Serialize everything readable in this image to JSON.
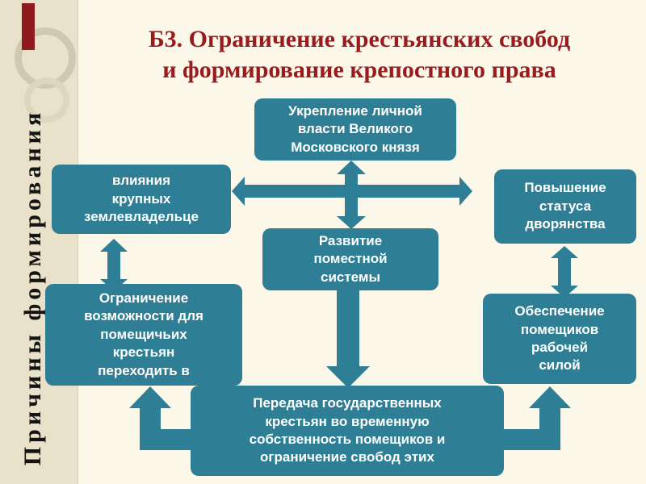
{
  "slide": {
    "title": {
      "line1": "Б3. Ограничение крестьянских свобод",
      "line2": "и формирование крепостного права"
    },
    "side_label": "Причины формирования"
  },
  "boxes": {
    "top": {
      "lines": [
        "Укрепление личной",
        "власти Великого",
        "Московского князя"
      ]
    },
    "left_top": {
      "lines": [
        "влияния",
        "крупных",
        "землевладельце"
      ]
    },
    "right_top": {
      "lines": [
        "Повышение",
        "статуса",
        "дворянства"
      ]
    },
    "center": {
      "lines": [
        "Развитие",
        "поместной",
        "системы"
      ]
    },
    "left_bottom": {
      "lines": [
        "Ограничение",
        "возможности для",
        "помещичьих",
        "крестьян",
        "переходить в"
      ]
    },
    "right_bottom": {
      "lines": [
        "Обеспечение",
        "помещиков",
        "рабочей",
        "силой"
      ]
    },
    "bottom": {
      "lines": [
        "Передача государственных",
        "крестьян во временную",
        "собственность помещиков  и",
        "ограничение свобод этих"
      ]
    }
  },
  "colors": {
    "bg": "#fbf8ea",
    "strip": "#e9e1c9",
    "accent": "#8e1b1e",
    "title": "#9a1b1e",
    "box": "#2e7e95",
    "arrow": "#2e7e95"
  }
}
